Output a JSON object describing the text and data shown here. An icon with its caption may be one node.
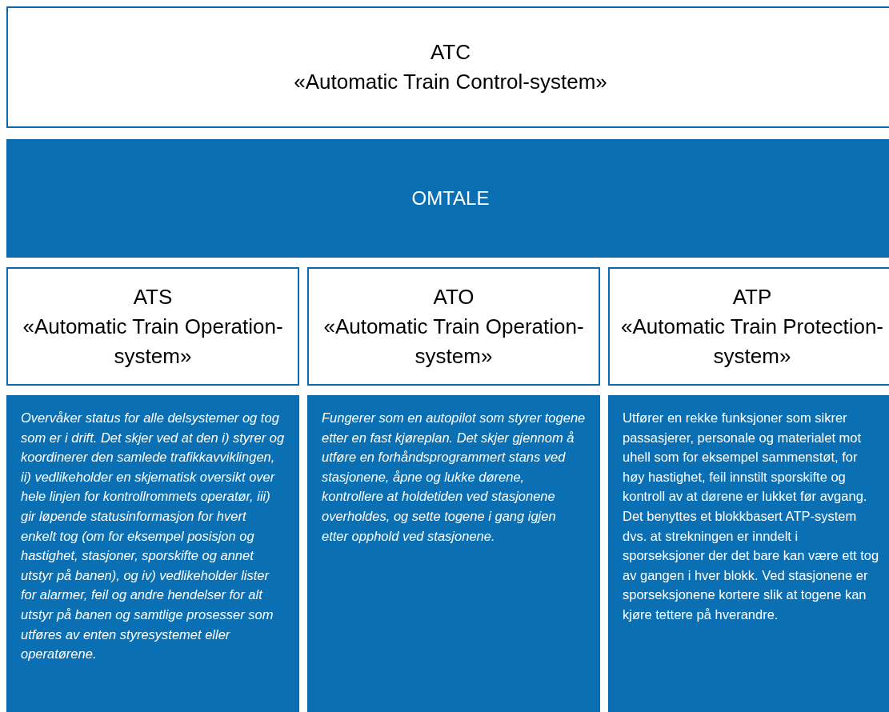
{
  "diagram": {
    "nodes": [
      {
        "text": [
          "ATC",
          "«Automatic Train Control-system»"
        ]
      },
      {
        "text": [
          "OMTALE"
        ]
      },
      {
        "text": [
          "ATS",
          "«Automatic Train Operation-system»"
        ]
      },
      {
        "text": [
          "ATO",
          "«Automatic Train Operation-system»"
        ]
      },
      {
        "text": [
          "ATP",
          "«Automatic Train Protection-system»"
        ]
      },
      {
        "text": [
          "Overvåker status for alle delsystemer og tog som er i drift. Det skjer ved at den i) styrer og koordinerer den samlede trafikkavviklingen, ii) vedlikeholder en skjematisk oversikt over hele linjen for kontrollrommets operatør, iii) gir løpende statusinformasjon for hvert enkelt tog (om for eksempel posisjon og hastighet, stasjoner, sporskifte og annet utstyr på banen), og iv) vedlikeholder lister for alarmer, feil og andre hendelser for alt utstyr på banen og samtlige prosesser som utføres av enten styresystemet eller operatørene."
        ]
      },
      {
        "text": [
          "Fungerer som en autopilot som styrer togene etter en fast kjøreplan. Det skjer gjennom å utføre en forhåndsprogrammert stans ved stasjonene, åpne og lukke dørene, kontrollere at holdetiden ved stasjonene overholdes, og sette togene i gang igjen etter opphold ved stasjonene."
        ]
      },
      {
        "text": [
          "Utfører en rekke funksjoner som sikrer passasjerer, personale og materialet mot uhell som for eksempel sammenstøt, for høy hastighet, feil innstilt sporskifte og kontroll av at dørene er lukket før avgang. Det benyttes et blokkbasert ATP-system dvs. at strekningen er inndelt i sporseksjoner der det bare kan være ett tog av gangen i hver blokk. Ved stasjonene er sporseksjonene kortere slik at togene kan kjøre tettere på hverandre."
        ]
      }
    ]
  }
}
